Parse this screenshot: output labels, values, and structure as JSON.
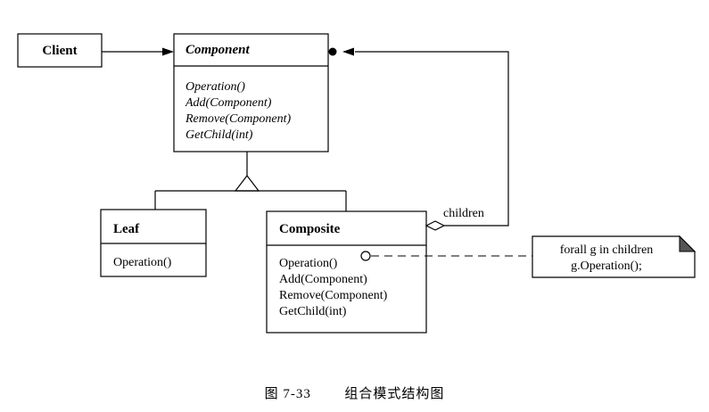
{
  "client": {
    "label": "Client"
  },
  "component": {
    "name": "Component",
    "operations": [
      "Operation()",
      "Add(Component)",
      "Remove(Component)",
      "GetChild(int)"
    ]
  },
  "leaf": {
    "name": "Leaf",
    "operations": [
      "Operation()"
    ]
  },
  "composite": {
    "name": "Composite",
    "operations": [
      "Operation()",
      "Add(Component)",
      "Remove(Component)",
      "GetChild(int)"
    ]
  },
  "aggregation": {
    "label": "children"
  },
  "note": {
    "lines": [
      "forall g in children",
      "g.Operation();"
    ]
  },
  "caption": {
    "figure": "图 7-33",
    "title": "组合模式结构图"
  }
}
